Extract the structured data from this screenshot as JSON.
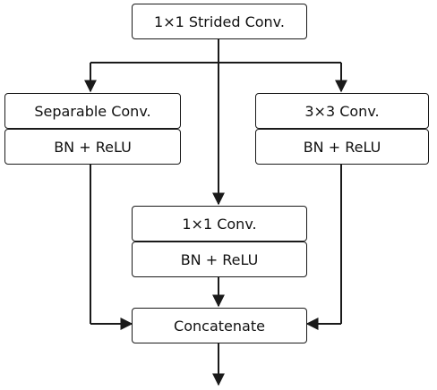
{
  "diagram": {
    "top_block": "1×1 Strided Conv.",
    "left_branch": {
      "conv": "Separable Conv.",
      "norm": "BN + ReLU"
    },
    "right_branch": {
      "conv": "3×3 Conv.",
      "norm": "BN + ReLU"
    },
    "middle_branch": {
      "conv": "1×1 Conv.",
      "norm": "BN + ReLU"
    },
    "merge_block": "Concatenate"
  },
  "colors": {
    "stroke": "#1a1a1a",
    "text": "#111111",
    "background": "#ffffff"
  }
}
